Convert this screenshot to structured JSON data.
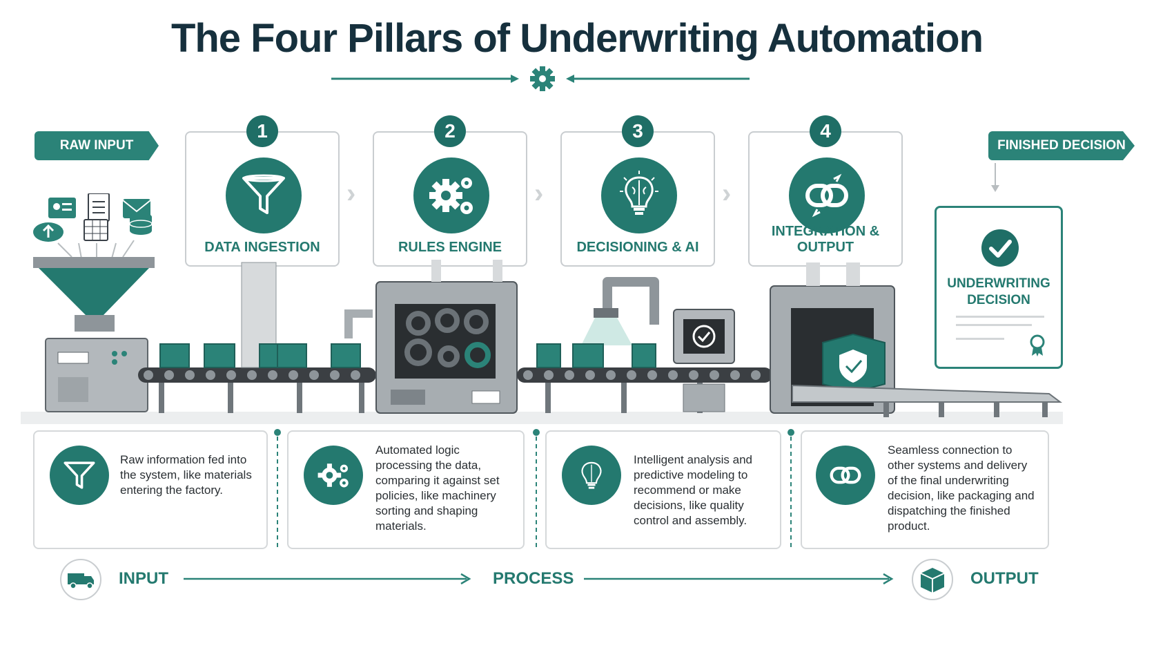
{
  "title": "The Four Pillars of Underwriting Automation",
  "tags": {
    "raw_input": "RAW INPUT",
    "finished_decision": "FINISHED DECISION"
  },
  "pillars": [
    {
      "number": "1",
      "label": "DATA INGESTION",
      "icon": "funnel-icon",
      "description": "Raw information fed into the system, like materials entering the factory."
    },
    {
      "number": "2",
      "label": "RULES ENGINE",
      "icon": "gears-icon",
      "description": "Automated logic processing the data, comparing it against set policies, like machinery sorting and shaping materials."
    },
    {
      "number": "3",
      "label": "DECISIONING & AI",
      "icon": "brain-bulb-icon",
      "description": "Intelligent analysis and predictive modeling to recommend or make decisions, like quality control and assembly."
    },
    {
      "number": "4",
      "label": "INTEGRATION & OUTPUT",
      "icon": "link-icon",
      "description": "Seamless connection to other systems and delivery of the final underwriting decision, like packaging and dispatching the finished product."
    }
  ],
  "decision_card": {
    "label": "UNDERWRITING DECISION"
  },
  "footer": {
    "input": "INPUT",
    "process": "PROCESS",
    "output": "OUTPUT"
  },
  "colors": {
    "accent": "#2b8378",
    "dark_accent": "#1f6e66",
    "title": "#16303d",
    "machine_gray": "#8e959a"
  }
}
